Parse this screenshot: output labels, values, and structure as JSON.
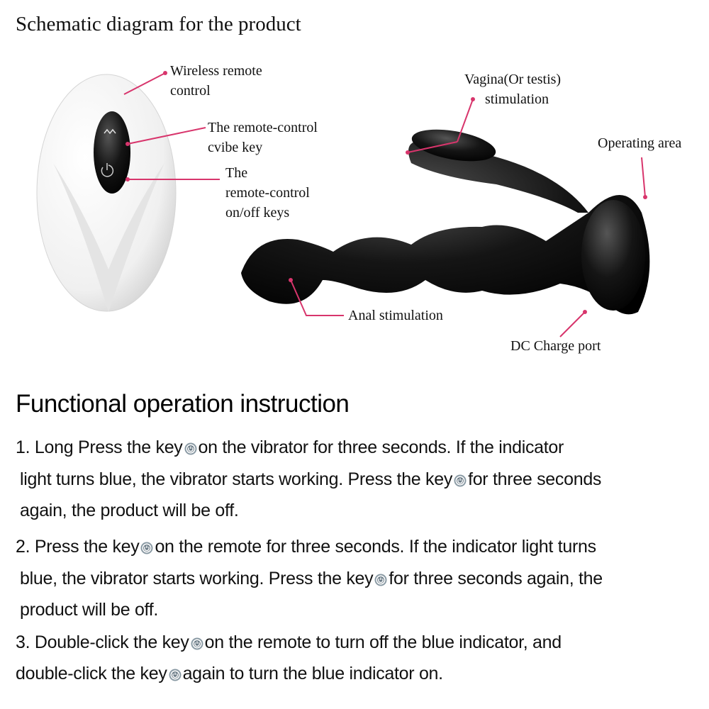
{
  "title": "Schematic diagram for the product",
  "labels": {
    "wireless_remote": [
      "Wireless remote",
      "control"
    ],
    "vibe_key": [
      "The remote-control",
      "cvibe key"
    ],
    "onoff_keys": [
      "The",
      "remote-control",
      "on/off keys"
    ],
    "vagina": [
      "Vagina(Or testis)",
      "stimulation"
    ],
    "operating_area": "Operating area",
    "anal": "Anal stimulation",
    "dc_port": "DC Charge port"
  },
  "colors": {
    "leader": "#d8356c",
    "product": "#111111",
    "remote": "#f2f2f2"
  },
  "heading": "Functional operation instruction",
  "instructions": [
    {
      "lines": [
        [
          "1. Long Press the key",
          "on the vibrator for three seconds. If the indicator"
        ],
        [
          "light turns blue, the vibrator starts working. Press the key",
          "for three seconds"
        ],
        [
          "again, the product will be off."
        ]
      ]
    },
    {
      "lines": [
        [
          "2. Press the key",
          "on the remote for three seconds. If the indicator light turns"
        ],
        [
          "blue, the vibrator starts working. Press the key",
          "for three seconds again, the"
        ],
        [
          "product will be off."
        ]
      ]
    },
    {
      "lines": [
        [
          "3. Double-click the key",
          "on the remote to turn off the blue indicator, and"
        ],
        [
          "double-click the key",
          "again to turn the blue indicator on."
        ]
      ]
    }
  ]
}
